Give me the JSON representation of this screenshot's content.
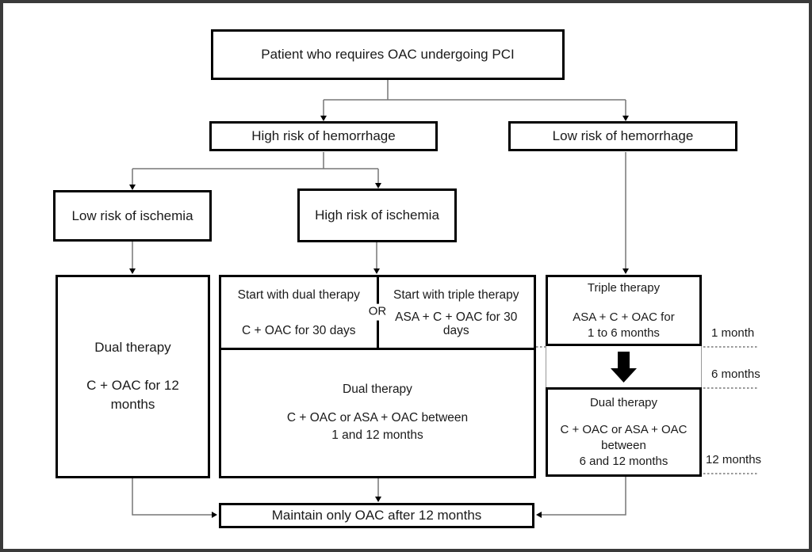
{
  "nodes": {
    "root": {
      "label": "Patient who requires OAC undergoing PCI"
    },
    "high_hemorrhage": {
      "label": "High risk of hemorrhage"
    },
    "low_hemorrhage": {
      "label": "Low risk of hemorrhage"
    },
    "low_ischemia": {
      "label": "Low risk of ischemia"
    },
    "high_ischemia": {
      "label": "High risk of ischemia"
    },
    "dual_therapy_12m": {
      "title": "Dual therapy",
      "detail": "C + OAC for 12 months"
    },
    "start_dual": {
      "line1": "Start with dual therapy",
      "line2": "C + OAC for 30 days"
    },
    "or_connector": {
      "label": "OR"
    },
    "start_triple": {
      "line1": "Start with triple therapy",
      "line2": "ASA + C + OAC for 30 days"
    },
    "dual_therapy_1_12m": {
      "title": "Dual therapy",
      "line1": "C + OAC or ASA + OAC between",
      "line2": "1 and 12 months"
    },
    "triple_therapy_1_6m": {
      "title": "Triple therapy",
      "line1": "ASA + C + OAC for",
      "line2": "1 to 6 months"
    },
    "dual_therapy_6_12m": {
      "title": "Dual therapy",
      "line1": "C + OAC or ASA + OAC",
      "line2": "between",
      "line3": "6 and 12 months"
    },
    "maintain_oac": {
      "label": "Maintain only OAC after 12 months"
    }
  },
  "timeline": {
    "month1": "1 month",
    "month6": "6 months",
    "month12": "12 months"
  },
  "colors": {
    "box_border": "#000000",
    "connector": "#777777",
    "arrow_fill": "#000000",
    "background": "#ffffff",
    "text": "#1a1a1a"
  }
}
